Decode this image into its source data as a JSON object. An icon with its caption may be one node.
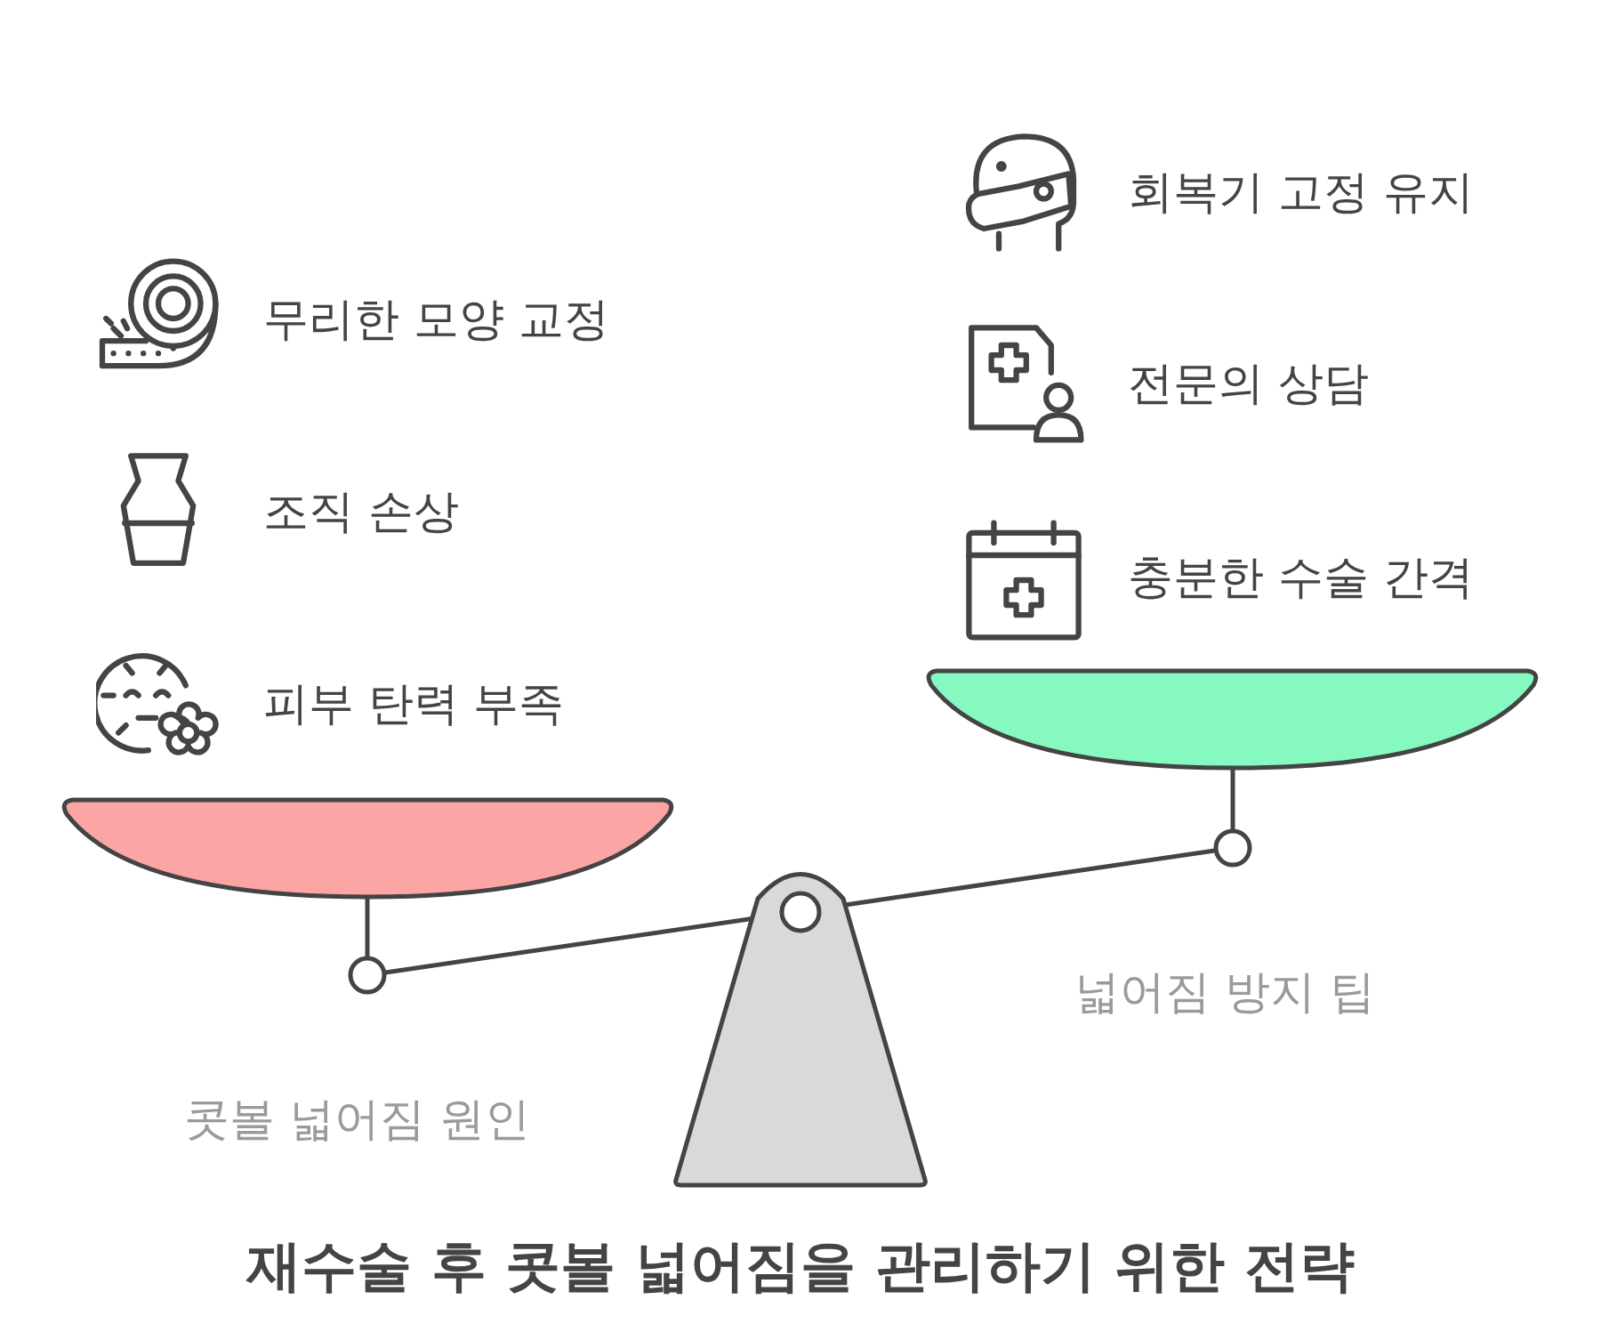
{
  "diagram": {
    "title": "재수술 후 콧볼 넓어짐을 관리하기 위한 전략",
    "nodes": [
      {
        "text": [
          "무리한 모양 교정"
        ]
      },
      {
        "text": [
          "조직 손상"
        ]
      },
      {
        "text": [
          "피부 탄력 부족"
        ]
      },
      {
        "text": [
          "회복기 고정 유지"
        ]
      },
      {
        "text": [
          "전문의 상담"
        ]
      },
      {
        "text": [
          "충분한 수술 간격"
        ]
      }
    ],
    "labels": [
      "콧볼 넓어짐 원인",
      "넓어짐 방지 팁"
    ]
  }
}
